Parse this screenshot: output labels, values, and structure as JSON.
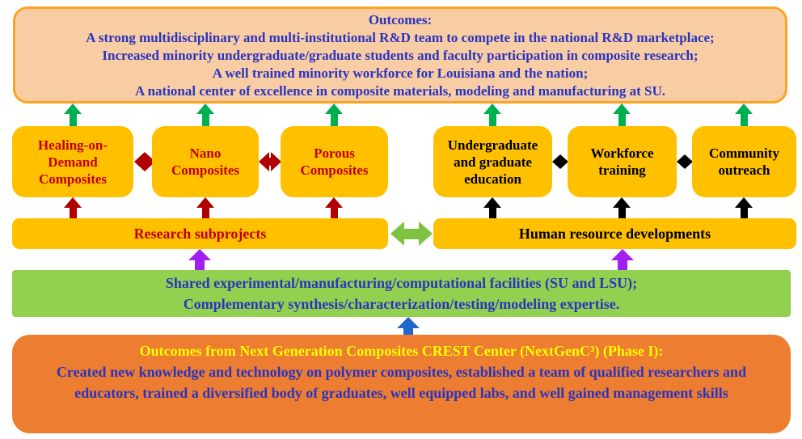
{
  "diagram": {
    "top_outcomes": {
      "title": "Outcomes:",
      "lines": [
        "A strong multidisciplinary and multi-institutional R&D team to compete in the national R&D marketplace;",
        "Increased minority undergraduate/graduate students and faculty participation in composite research;",
        "A well trained minority workforce for Louisiana and the nation;",
        "A national center of excellence in composite materials, modeling and manufacturing at SU."
      ]
    },
    "research": {
      "boxes": [
        "Healing-on-Demand Composites",
        "Nano Composites",
        "Porous Composites"
      ],
      "bar": "Research subprojects"
    },
    "human": {
      "boxes": [
        "Undergraduate and graduate education",
        "Workforce training",
        "Community outreach"
      ],
      "bar": "Human resource developments"
    },
    "facilities": {
      "lines": [
        "Shared experimental/manufacturing/computational facilities (SU and LSU);",
        "Complementary synthesis/characterization/testing/modeling expertise."
      ]
    },
    "phase1": {
      "title": "Outcomes from Next Generation Composites CREST Center (NextGenC³) (Phase I):",
      "body": "Created new knowledge and technology on polymer composites, established a team of qualified researchers and educators, trained a diversified body of graduates, well equipped labs, and well gained management skills"
    }
  },
  "colors": {
    "gold_box": "#FFC000",
    "top_box_fill": "#F9CDA4",
    "top_box_border": "#FFA21F",
    "dark_red_text": "#C00000",
    "red_arrow": "#B00000",
    "blue_text": "#2A34BE",
    "green_arrow": "#00B050",
    "light_green_bar": "#92D050",
    "light_green_arrow": "#7EC242",
    "purple_arrow": "#A020F0",
    "blue_arrow": "#2066CC",
    "orange_box": "#ED7D31",
    "yellow_title": "#FFFF00",
    "black": "#000000"
  }
}
